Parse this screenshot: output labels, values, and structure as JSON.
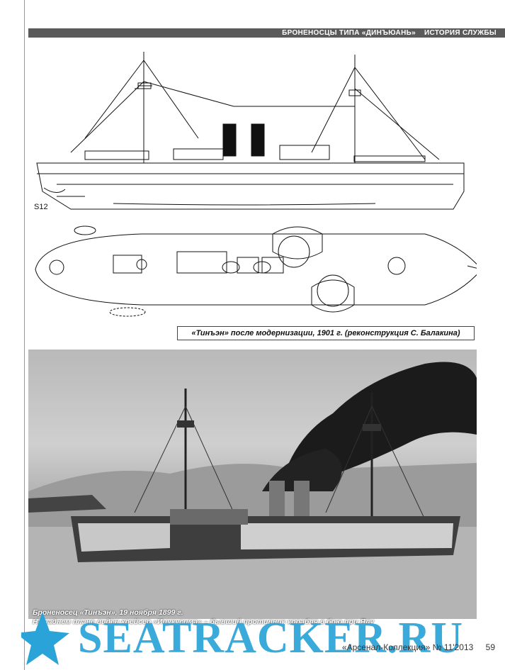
{
  "header": {
    "section_left": "БРОНЕНОСЦЫ ТИПА «ДИНЪЮАНЬ»",
    "section_right": "ИСТОРИЯ СЛУЖБЫ"
  },
  "drawing": {
    "scale_label": "S12",
    "caption": "«Тинъэн» после модернизации, 1901 г. (реконструкция С. Балакина)"
  },
  "photo": {
    "caption_line1": "Броненосец «Тинъэн», 19 ноября 1899 г.",
    "caption_line2": "На заднем плане виден крейсер «Ицукусима» – бывший противник корабля в бою при Ялу"
  },
  "watermark": {
    "text": "SEATRACKER.RU"
  },
  "footer": {
    "journal": "«Арсенал-Коллекция» № 11'2013",
    "page_number": "59"
  },
  "colors": {
    "header_bg": "#5a5a5a",
    "watermark": "#2aa3d8"
  }
}
